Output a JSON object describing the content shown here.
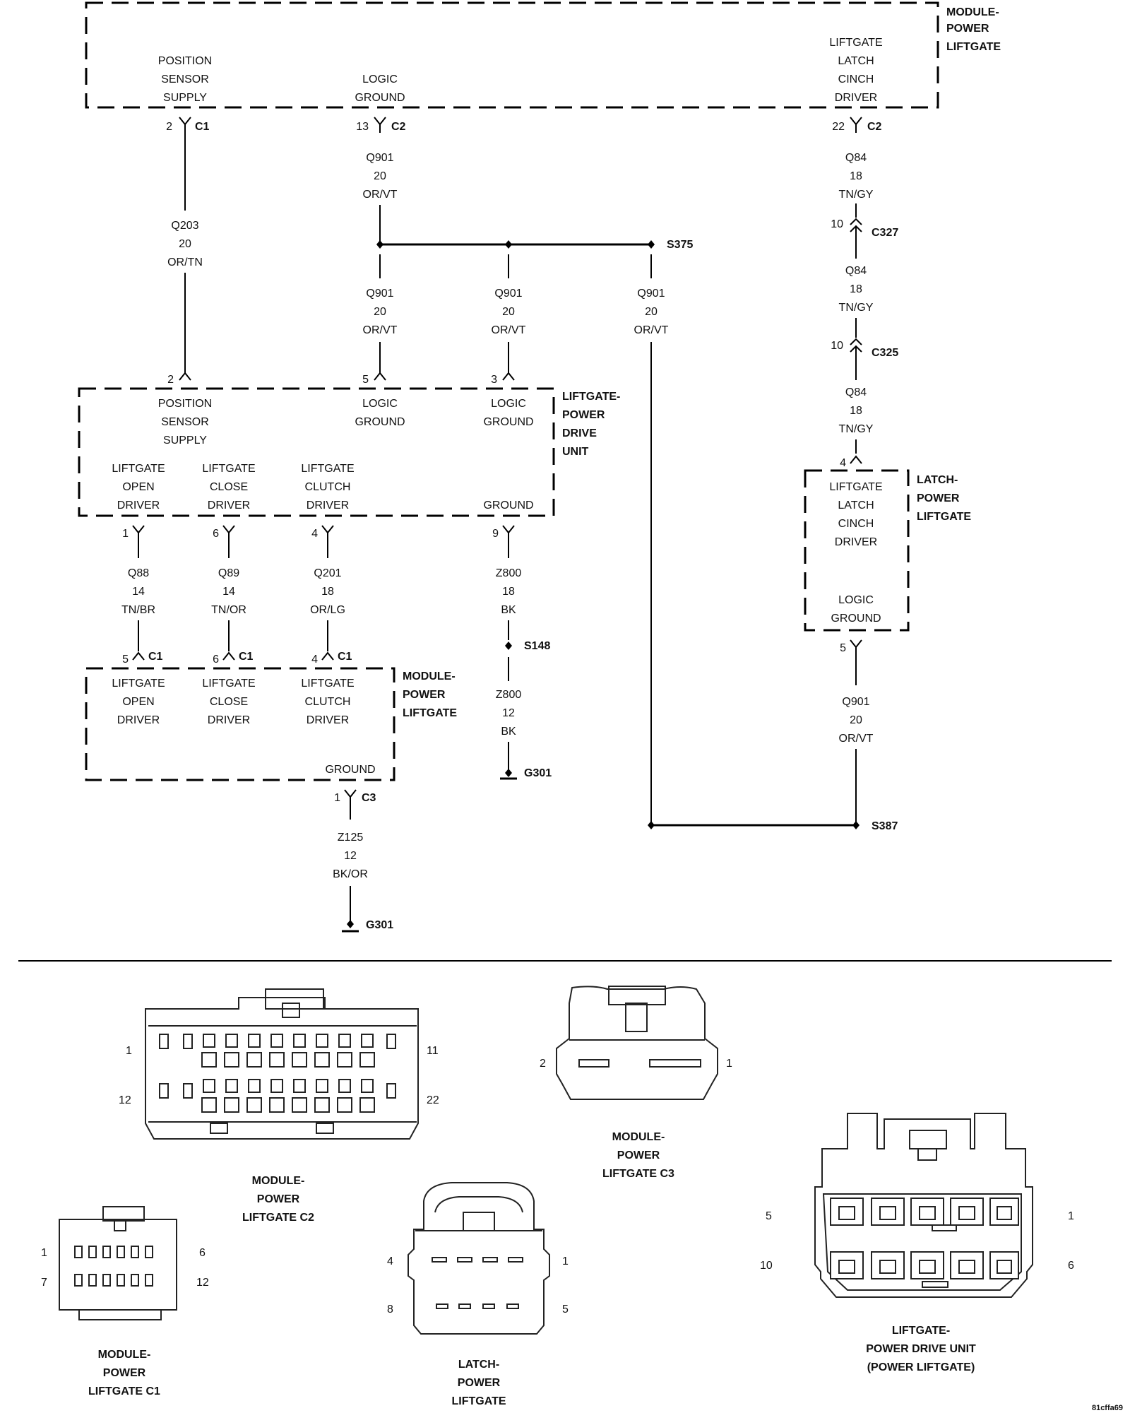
{
  "module_top": {
    "label": [
      "MODULE-",
      "POWER",
      "LIFTGATE"
    ],
    "pins": {
      "pos": [
        "POSITION",
        "SENSOR",
        "SUPPLY"
      ],
      "logic": [
        "LOGIC",
        "GROUND"
      ],
      "cinch": [
        "LIFTGATE",
        "LATCH",
        "CINCH",
        "DRIVER"
      ]
    }
  },
  "top_conn": {
    "pos": {
      "pin": "2",
      "conn": "C1"
    },
    "logic": {
      "pin": "13",
      "conn": "C2"
    },
    "cinch": {
      "pin": "22",
      "conn": "C2"
    }
  },
  "wires": {
    "q203": [
      "Q203",
      "20",
      "OR/TN"
    ],
    "q901_top": [
      "Q901",
      "20",
      "OR/VT"
    ],
    "q901_a": [
      "Q901",
      "20",
      "OR/VT"
    ],
    "q901_b": [
      "Q901",
      "20",
      "OR/VT"
    ],
    "q901_c": [
      "Q901",
      "20",
      "OR/VT"
    ],
    "q84_1": [
      "Q84",
      "18",
      "TN/GY"
    ],
    "q84_2": [
      "Q84",
      "18",
      "TN/GY"
    ],
    "q84_3": [
      "Q84",
      "18",
      "TN/GY"
    ],
    "q88": [
      "Q88",
      "14",
      "TN/BR"
    ],
    "q89": [
      "Q89",
      "14",
      "TN/OR"
    ],
    "q201": [
      "Q201",
      "18",
      "OR/LG"
    ],
    "z800_1": [
      "Z800",
      "18",
      "BK"
    ],
    "z800_2": [
      "Z800",
      "12",
      "BK"
    ],
    "q901_latch": [
      "Q901",
      "20",
      "OR/VT"
    ],
    "z125": [
      "Z125",
      "12",
      "BK/OR"
    ]
  },
  "splices": {
    "s375": "S375",
    "s148": "S148",
    "s387": "S387"
  },
  "grounds": {
    "g301_a": "G301",
    "g301_b": "G301"
  },
  "inline": {
    "c327": {
      "pin": "10",
      "conn": "C327"
    },
    "c325": {
      "pin": "10",
      "conn": "C325"
    }
  },
  "pdu": {
    "label": [
      "LIFTGATE-",
      "POWER",
      "DRIVE",
      "UNIT"
    ],
    "pins_top": {
      "pos": "2",
      "logic1": "5",
      "logic2": "3"
    },
    "pos": [
      "POSITION",
      "SENSOR",
      "SUPPLY"
    ],
    "logic1": [
      "LOGIC",
      "GROUND"
    ],
    "logic2": [
      "LOGIC",
      "GROUND"
    ],
    "open": [
      "LIFTGATE",
      "OPEN",
      "DRIVER"
    ],
    "close": [
      "LIFTGATE",
      "CLOSE",
      "DRIVER"
    ],
    "clutch": [
      "LIFTGATE",
      "CLUTCH",
      "DRIVER"
    ],
    "ground": "GROUND",
    "pins_bottom": {
      "open": "1",
      "close": "6",
      "clutch": "4",
      "ground": "9"
    }
  },
  "latch": {
    "label": [
      "LATCH-",
      "POWER",
      "LIFTGATE"
    ],
    "pin_top": "4",
    "cinch": [
      "LIFTGATE",
      "LATCH",
      "CINCH",
      "DRIVER"
    ],
    "logic": [
      "LOGIC",
      "GROUND"
    ],
    "pin_bottom": "5"
  },
  "module_c1": {
    "label": [
      "MODULE-",
      "POWER",
      "LIFTGATE"
    ],
    "pins": {
      "open": {
        "pin": "5",
        "conn": "C1"
      },
      "close": {
        "pin": "6",
        "conn": "C1"
      },
      "clutch": {
        "pin": "4",
        "conn": "C1"
      }
    },
    "open": [
      "LIFTGATE",
      "OPEN",
      "DRIVER"
    ],
    "close": [
      "LIFTGATE",
      "CLOSE",
      "DRIVER"
    ],
    "clutch": [
      "LIFTGATE",
      "CLUTCH",
      "DRIVER"
    ],
    "ground": "GROUND",
    "ground_pin": {
      "pin": "1",
      "conn": "C3"
    }
  },
  "connectors": {
    "c2": {
      "label": [
        "MODULE-",
        "POWER",
        "LIFTGATE C2"
      ],
      "pins": [
        "1",
        "11",
        "12",
        "22"
      ]
    },
    "c3": {
      "label": [
        "MODULE-",
        "POWER",
        "LIFTGATE C3"
      ],
      "pins": [
        "2",
        "1"
      ]
    },
    "c1": {
      "label": [
        "MODULE-",
        "POWER",
        "LIFTGATE C1"
      ],
      "pins": [
        "1",
        "6",
        "7",
        "12"
      ]
    },
    "latch": {
      "label": [
        "LATCH-",
        "POWER",
        "LIFTGATE"
      ],
      "pins": [
        "4",
        "1",
        "8",
        "5"
      ]
    },
    "pdu": {
      "label": [
        "LIFTGATE-",
        "POWER DRIVE UNIT",
        "(POWER LIFTGATE)"
      ],
      "pins": [
        "5",
        "1",
        "10",
        "6"
      ]
    }
  },
  "figure_id": "81cffa69"
}
